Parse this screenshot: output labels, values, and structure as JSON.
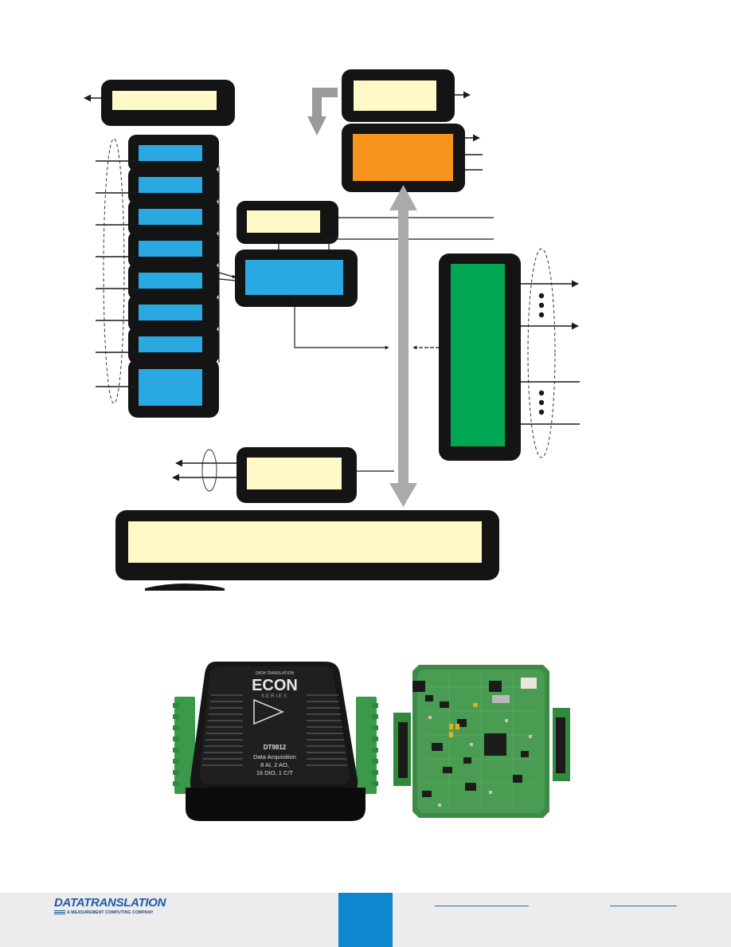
{
  "colors": {
    "frame": "#141414",
    "cream": "#fff9c8",
    "blue": "#29a8e1",
    "orange": "#f7941d",
    "green": "#00a651",
    "bus": "#aaaaaa",
    "footer_bg": "#ececec",
    "footer_tab": "#0e87cf",
    "brand": "#1f5aa8"
  },
  "diagram": {
    "input_channel_count": 8,
    "output_line_count": 4
  },
  "product": {
    "brand_text": "DATA TRANSLATION",
    "series": "ECON",
    "series_sub": "SERIES",
    "model": "DT9812",
    "line1": "Data Acquisition",
    "line2": "8 AI, 2 AO,",
    "line3": "16 DIO, 1 C/T"
  },
  "footer": {
    "logo": "DATATRANSLATION",
    "logo_tagline": "A MEASUREMENT COMPUTING COMPANY"
  }
}
